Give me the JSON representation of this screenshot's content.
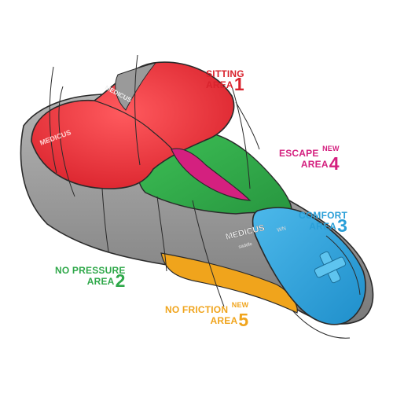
{
  "colors": {
    "sitting": "#e8343c",
    "no_pressure": "#2fa84a",
    "comfort": "#2a9fd8",
    "escape": "#d4207f",
    "no_friction": "#f0a41c",
    "shell": "#8f8f8f",
    "outline": "#2a2a2a"
  },
  "callouts": [
    {
      "id": "sitting",
      "line1": "SITTING",
      "line2": "AREA",
      "number": "1",
      "tag": "",
      "color": "#d9232d"
    },
    {
      "id": "escape",
      "line1": "ESCAPE",
      "line2": "AREA",
      "number": "4",
      "tag": "NEW",
      "color": "#d4207f"
    },
    {
      "id": "comfort",
      "line1": "COMFORT",
      "line2": "AREA",
      "number": "3",
      "tag": "",
      "color": "#2a9fd8"
    },
    {
      "id": "no_pressure",
      "line1": "NO PRESSURE",
      "line2": "AREA",
      "number": "2",
      "tag": "",
      "color": "#2fa84a"
    },
    {
      "id": "no_friction",
      "line1": "NO FRICTION",
      "line2": "AREA",
      "number": "5",
      "tag": "NEW",
      "color": "#f0a41c"
    }
  ],
  "logos": {
    "rear": "MEDICUS",
    "side": "MEDICUS",
    "tagline": "saddle",
    "suffix": "WN"
  }
}
